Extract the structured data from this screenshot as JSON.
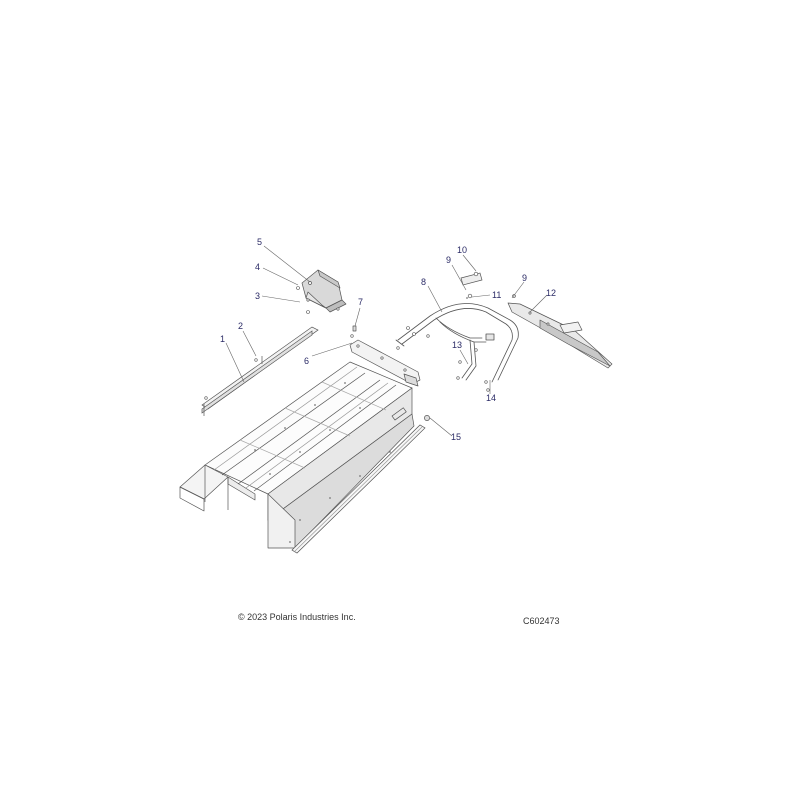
{
  "diagram": {
    "callouts": [
      "1",
      "2",
      "3",
      "4",
      "5",
      "6",
      "7",
      "8",
      "9",
      "10",
      "11",
      "9",
      "12",
      "13",
      "14",
      "15"
    ]
  },
  "footer": {
    "copyright": "© 2023 Polaris Industries Inc.",
    "figure_code": "C602473"
  },
  "colors": {
    "line": "#555555",
    "callout": "#2b2b66",
    "shade": "#e6e6e6"
  }
}
